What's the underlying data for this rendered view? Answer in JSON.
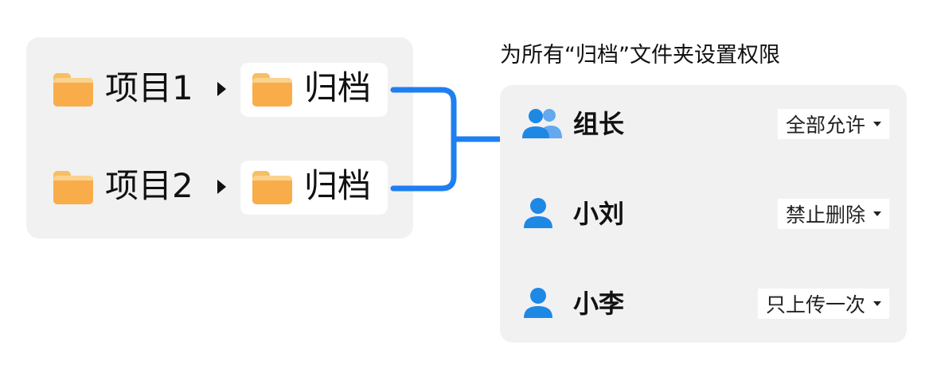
{
  "projects": [
    {
      "name": "项目1",
      "folder": "归档"
    },
    {
      "name": "项目2",
      "folder": "归档"
    }
  ],
  "caption": "为所有“归档”文件夹设置权限",
  "permissions": [
    {
      "user": "组长",
      "icon": "group-icon",
      "permission": "全部允许"
    },
    {
      "user": "小刘",
      "icon": "user-icon",
      "permission": "禁止删除"
    },
    {
      "user": "小李",
      "icon": "user-icon",
      "permission": "只上传一次"
    }
  ],
  "colors": {
    "folder": "#f9ad4a",
    "connector": "#1e7ff0",
    "user_icon": "#1e88e5",
    "panel": "#f1f1f1"
  }
}
